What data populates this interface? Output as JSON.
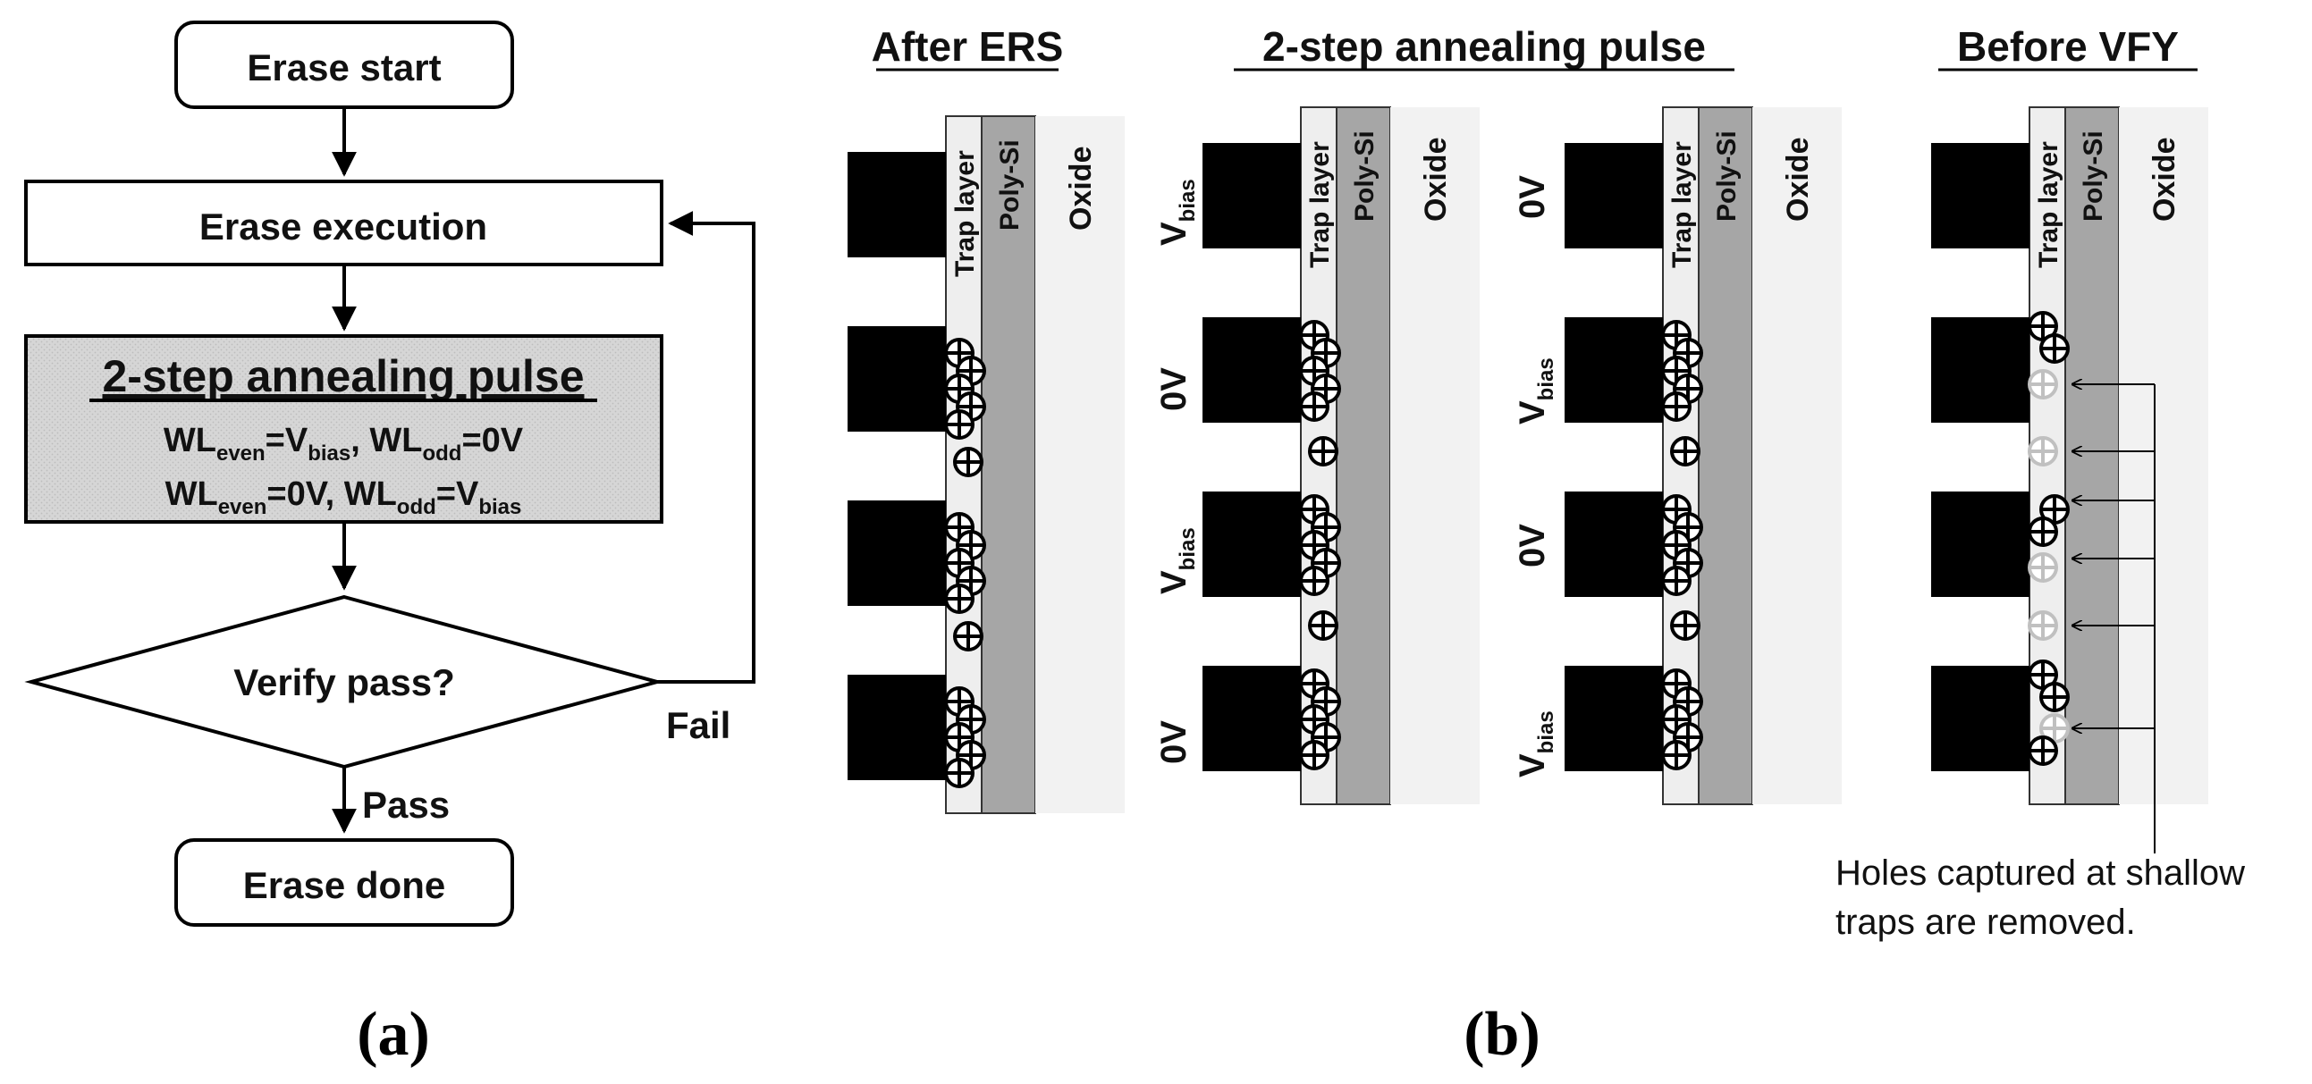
{
  "flowchart": {
    "start": "Erase start",
    "execution": "Erase execution",
    "pulse_title": "2-step annealing pulse",
    "pulse_line1": {
      "wl1": "WL",
      "wl1_sub": "even",
      "eq1": "=V",
      "v1_sub": "bias",
      "wl2": ", WL",
      "wl2_sub": "odd",
      "eq2": "=0V"
    },
    "pulse_line2": {
      "wl1": "WL",
      "wl1_sub": "even",
      "eq1": "=0V, WL",
      "wl2_sub": "odd",
      "eq2": "=V",
      "v2_sub": "bias"
    },
    "verify": "Verify pass?",
    "fail": "Fail",
    "pass": "Pass",
    "done": "Erase done"
  },
  "diagrams": {
    "titles": {
      "after": "After ERS",
      "annealing": "2-step annealing pulse",
      "before": "Before VFY"
    },
    "layers": {
      "trap": "Trap layer",
      "poly": "Poly-Si",
      "oxide": "Oxide"
    },
    "bias_labels": {
      "v": "V",
      "sub": "bias",
      "zero": "0V"
    },
    "note_line1": "Holes captured at shallow",
    "note_line2": "traps are removed."
  },
  "panels": {
    "a": "(a)",
    "b": "(b)"
  },
  "colors": {
    "gate": "#000000",
    "trap": "#eeeeee",
    "poly": "#a6a6a6",
    "oxide": "#f2f2f2",
    "box_fill": "#d9d9d9",
    "removed_hole": "#c0c0c0"
  }
}
